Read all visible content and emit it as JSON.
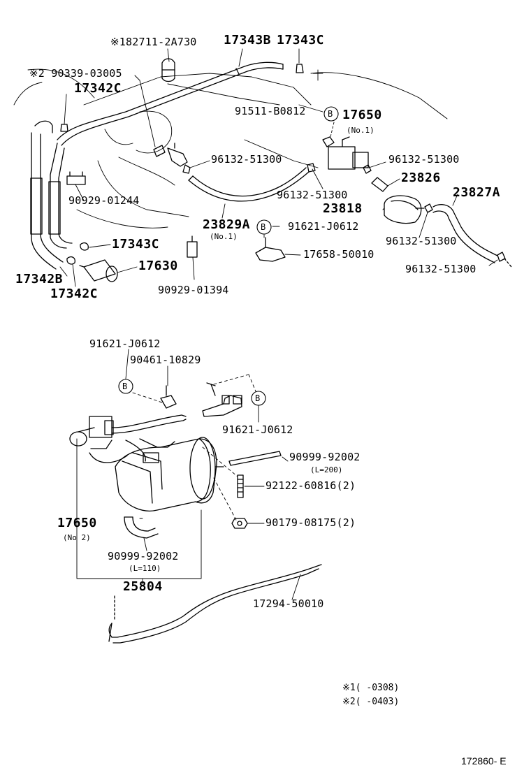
{
  "labels": {
    "p182711": "※182711-2A730",
    "p17343B": "17343B",
    "p17343C_top": "17343C",
    "p90339": "※2  90339-03005",
    "p17342C_top": "17342C",
    "p91511": "91511-B0812",
    "p17650_top": "17650",
    "p17650_top_sub": "(No.1)",
    "p96132_a": "96132-51300",
    "p96132_b": "96132-51300",
    "p23826": "23826",
    "p96132_c": "96132-51300",
    "p23827A": "23827A",
    "p23818": "23818",
    "p90929_01244": "90929-01244",
    "p23829A": "23829A",
    "p23829A_sub": "(No.1)",
    "p91621_top": "91621-J0612",
    "p96132_d": "96132-51300",
    "p17343C_mid": "17343C",
    "p17658": "17658-50010",
    "p96132_e": "96132-51300",
    "p17630": "17630",
    "p17342B": "17342B",
    "p90929_01394": "90929-01394",
    "p17342C_bot": "17342C",
    "p91621_b1": "91621-J0612",
    "p90461": "90461-10829",
    "p91621_b2": "91621-J0612",
    "p90999_a": "90999-92002",
    "p90999_a_sub": "(L=200)",
    "p92122": "92122-60816(2)",
    "p17650_bot": "17650",
    "p17650_bot_sub": "(No 2)",
    "p90179": "90179-08175(2)",
    "p90999_b": "90999-92002",
    "p90999_b_sub": "(L=110)",
    "p25804": "25804",
    "p17294": "17294-50010"
  },
  "callouts": {
    "b1": "B",
    "b2": "B",
    "b3": "B",
    "b4": "B"
  },
  "notes": {
    "n1": "※1(      -0308)",
    "n2": "※2(      -0403)"
  },
  "diagram_code": "172860- E"
}
